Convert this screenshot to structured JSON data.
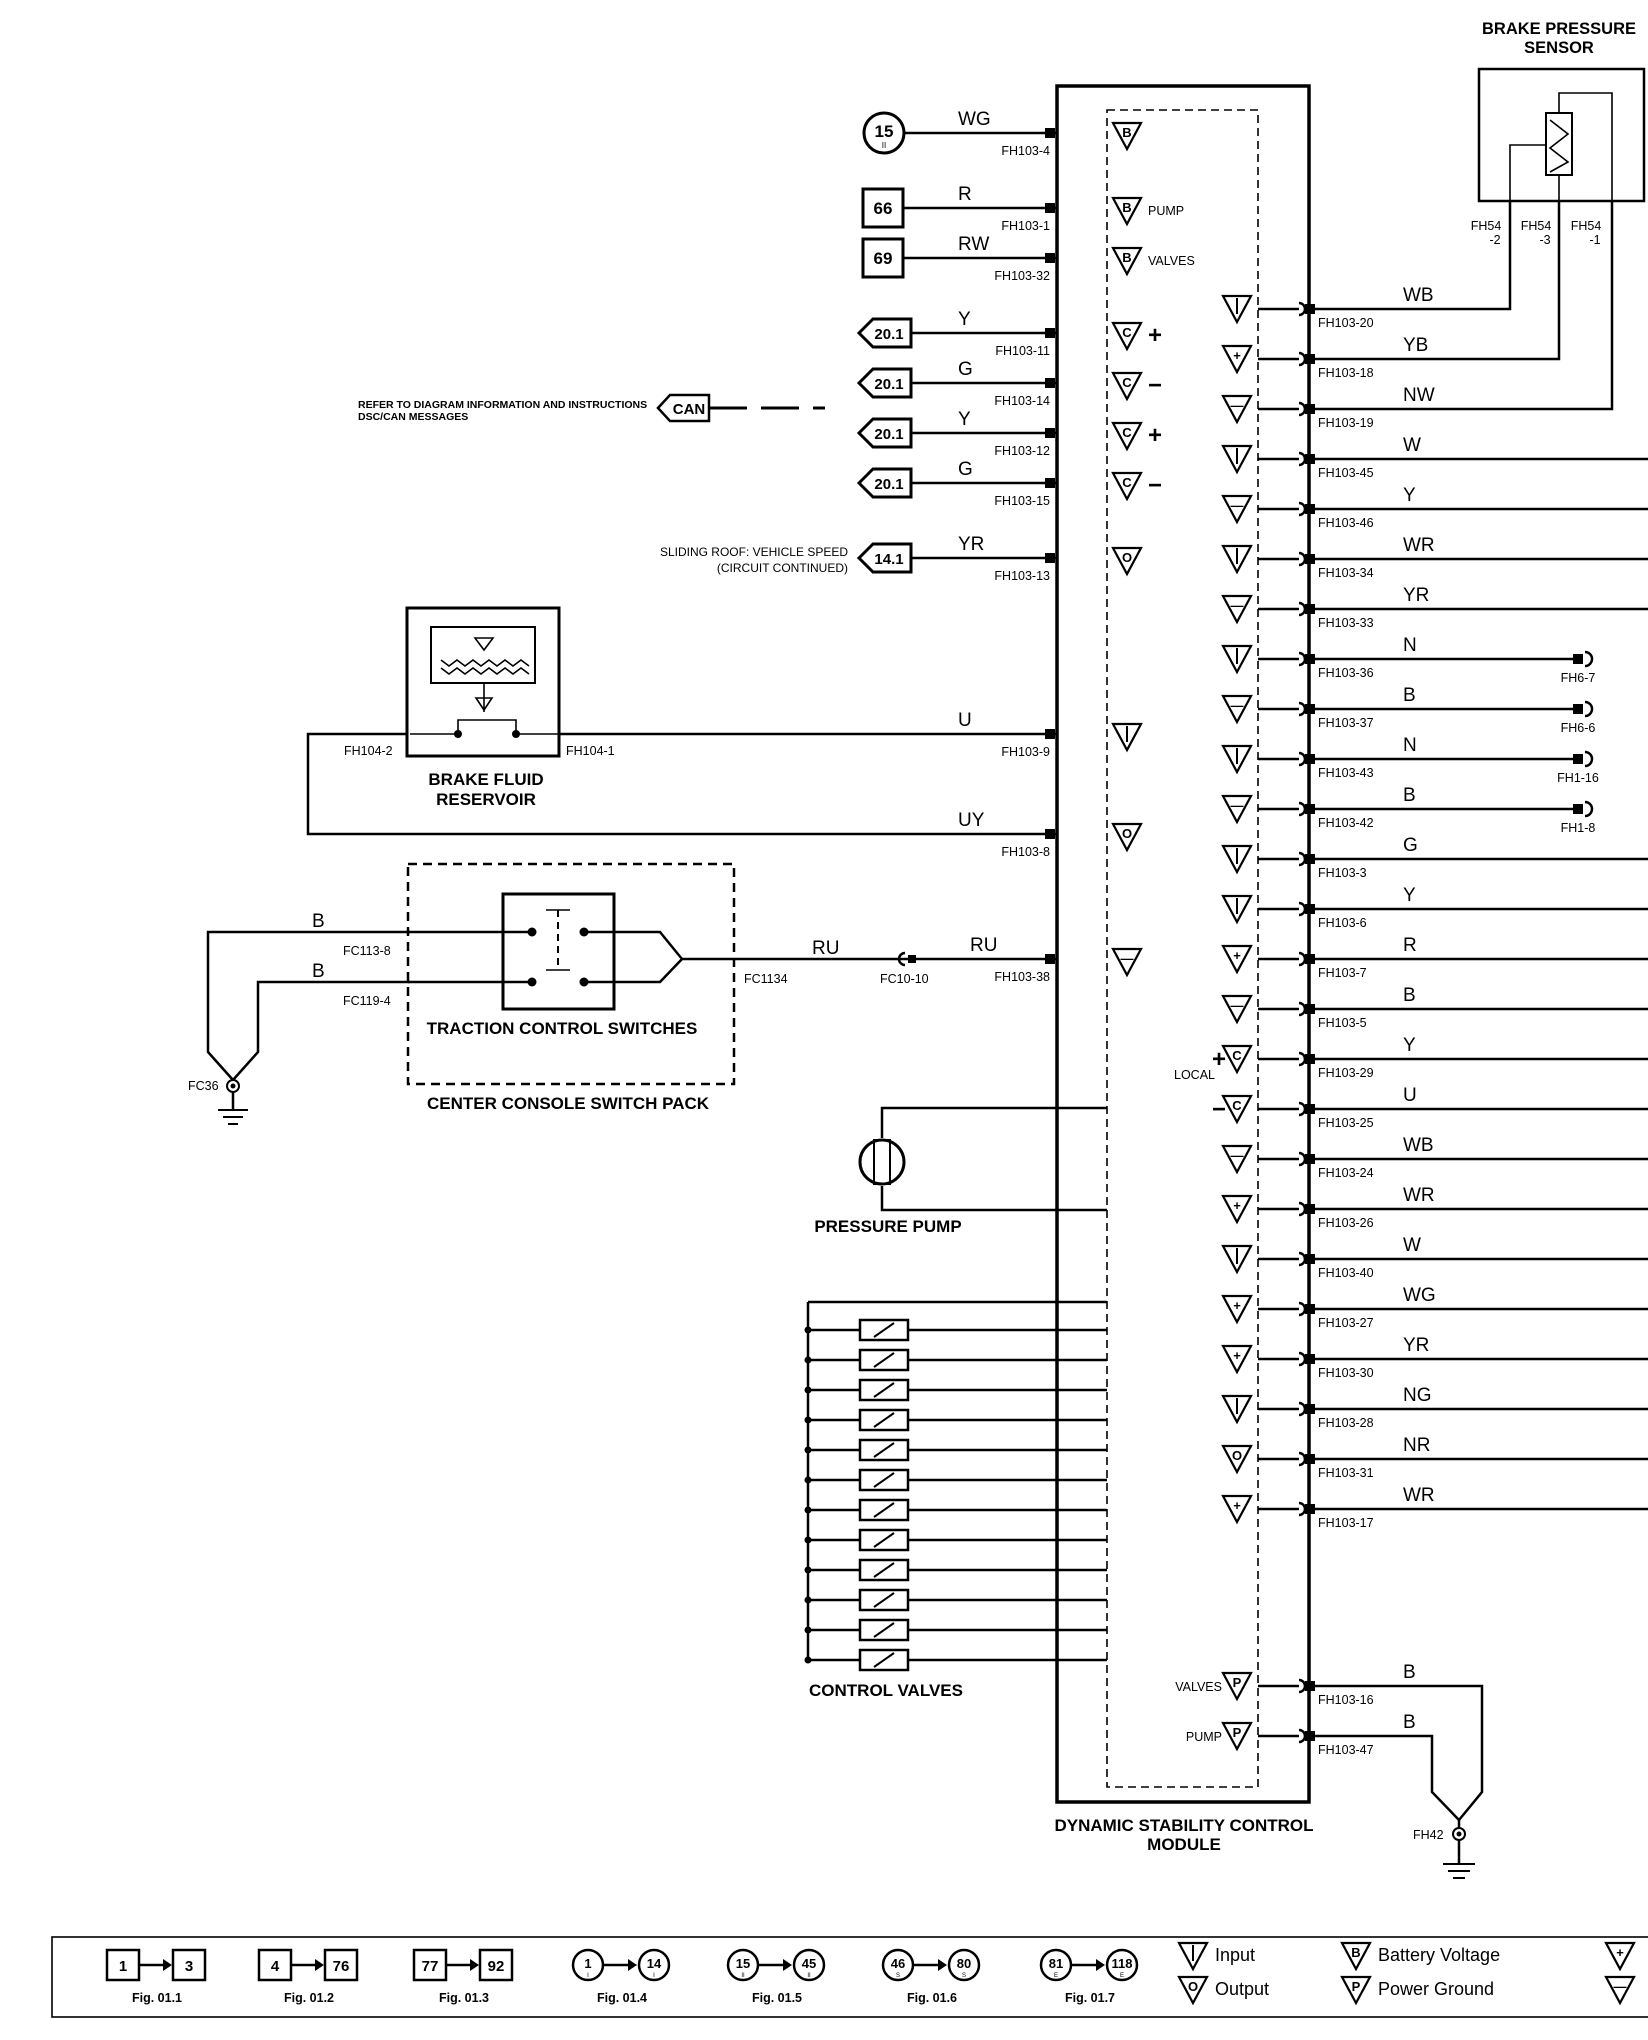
{
  "module": {
    "title_line1": "DYNAMIC STABILITY CONTROL",
    "title_line2": "MODULE"
  },
  "components": {
    "brake_sensor_line1": "BRAKE PRESSURE",
    "brake_sensor_line2": "SENSOR",
    "sensor_pins": [
      "FH54",
      "-2",
      "FH54",
      "-3",
      "FH54",
      "-1"
    ],
    "brake_fluid_line1": "BRAKE FLUID",
    "brake_fluid_line2": "RESERVOIR",
    "traction_switches": "TRACTION CONTROL SWITCHES",
    "switch_pack": "CENTER CONSOLE SWITCH PACK",
    "pressure_pump": "PRESSURE PUMP",
    "control_valves": "CONTROL VALVES"
  },
  "notes": {
    "can_line1": "REFER TO DIAGRAM INFORMATION AND INSTRUCTIONS",
    "can_line2": "DSC/CAN MESSAGES",
    "can_tag": "CAN",
    "speed_line1": "SLIDING ROOF: VEHICLE  SPEED",
    "speed_line2": "(CIRCUIT CONTINUED)"
  },
  "left_pins": [
    {
      "color": "WG",
      "pin": "FH103-4",
      "ref": "15",
      "ref_sub": "II",
      "ic": "B",
      "ic_label": ""
    },
    {
      "color": "R",
      "pin": "FH103-1",
      "ref": "66",
      "ic": "B",
      "ic_label": "PUMP"
    },
    {
      "color": "RW",
      "pin": "FH103-32",
      "ref": "69",
      "ic": "B",
      "ic_label": "VALVES"
    },
    {
      "color": "Y",
      "pin": "FH103-11",
      "ref": "20.1",
      "ic": "C",
      "ic_sign": "+"
    },
    {
      "color": "G",
      "pin": "FH103-14",
      "ref": "20.1",
      "ic": "C",
      "ic_sign": "−"
    },
    {
      "color": "Y",
      "pin": "FH103-12",
      "ref": "20.1",
      "ic": "C",
      "ic_sign": "+"
    },
    {
      "color": "G",
      "pin": "FH103-15",
      "ref": "20.1",
      "ic": "C",
      "ic_sign": "−"
    },
    {
      "color": "YR",
      "pin": "FH103-13",
      "ref": "14.1",
      "ic": "O"
    },
    {
      "color": "U",
      "pin": "FH103-9",
      "ic": "I"
    },
    {
      "color": "UY",
      "pin": "FH103-8",
      "ic": "O"
    },
    {
      "color": "RU",
      "pin": "FH103-38",
      "ic": "−"
    }
  ],
  "reservoir_pins": [
    "FH104-2",
    "FH104-1"
  ],
  "switch_circuit": {
    "wire1": "B",
    "pin1": "FC113-8",
    "wire2": "B",
    "pin2": "FC119-4",
    "ground": "FC36",
    "out_pin": "FC1134",
    "mid_color1": "RU",
    "mid_pin": "FC10-10"
  },
  "right_pins": [
    {
      "color": "WB",
      "pin": "FH103-20",
      "ic": "I"
    },
    {
      "color": "YB",
      "pin": "FH103-18",
      "ic": "+"
    },
    {
      "color": "NW",
      "pin": "FH103-19",
      "ic": "−"
    },
    {
      "color": "W",
      "pin": "FH103-45",
      "ic": "I"
    },
    {
      "color": "Y",
      "pin": "FH103-46",
      "ic": "−"
    },
    {
      "color": "WR",
      "pin": "FH103-34",
      "ic": "I"
    },
    {
      "color": "YR",
      "pin": "FH103-33",
      "ic": "−"
    },
    {
      "color": "N",
      "pin": "FH103-36",
      "ic": "I",
      "ext": "FH6-7"
    },
    {
      "color": "B",
      "pin": "FH103-37",
      "ic": "−",
      "ext": "FH6-6"
    },
    {
      "color": "N",
      "pin": "FH103-43",
      "ic": "I",
      "ext": "FH1-16"
    },
    {
      "color": "B",
      "pin": "FH103-42",
      "ic": "−",
      "ext": "FH1-8"
    },
    {
      "color": "G",
      "pin": "FH103-3",
      "ic": "I"
    },
    {
      "color": "Y",
      "pin": "FH103-6",
      "ic": "I"
    },
    {
      "color": "R",
      "pin": "FH103-7",
      "ic": "+"
    },
    {
      "color": "B",
      "pin": "FH103-5",
      "ic": "−"
    },
    {
      "color": "Y",
      "pin": "FH103-29",
      "ic": "C",
      "ic_sign": "+"
    },
    {
      "color": "U",
      "pin": "FH103-25",
      "ic": "C",
      "ic_sign": "−"
    },
    {
      "color": "WB",
      "pin": "FH103-24",
      "ic": "−"
    },
    {
      "color": "WR",
      "pin": "FH103-26",
      "ic": "+"
    },
    {
      "color": "W",
      "pin": "FH103-40",
      "ic": "I"
    },
    {
      "color": "WG",
      "pin": "FH103-27",
      "ic": "+"
    },
    {
      "color": "YR",
      "pin": "FH103-30",
      "ic": "+"
    },
    {
      "color": "NG",
      "pin": "FH103-28",
      "ic": "I"
    },
    {
      "color": "NR",
      "pin": "FH103-31",
      "ic": "O"
    },
    {
      "color": "WR",
      "pin": "FH103-17",
      "ic": "+"
    }
  ],
  "local_label": "LOCAL",
  "power_pins": [
    {
      "label": "VALVES",
      "color": "B",
      "pin": "FH103-16"
    },
    {
      "label": "PUMP",
      "color": "B",
      "pin": "FH103-47"
    }
  ],
  "module_ground": "FH42",
  "legend": {
    "figs": [
      {
        "from": "1",
        "to": "3",
        "style": "square",
        "caption": "Fig. 01.1"
      },
      {
        "from": "4",
        "to": "76",
        "style": "square",
        "caption": "Fig. 01.2"
      },
      {
        "from": "77",
        "to": "92",
        "style": "square",
        "caption": "Fig. 01.3"
      },
      {
        "from": "1",
        "to": "14",
        "style": "circle",
        "sub": "I",
        "caption": "Fig. 01.4"
      },
      {
        "from": "15",
        "to": "45",
        "style": "circle",
        "sub": "II",
        "caption": "Fig. 01.5"
      },
      {
        "from": "46",
        "to": "80",
        "style": "circle",
        "sub": "S",
        "caption": "Fig. 01.6"
      },
      {
        "from": "81",
        "to": "118",
        "style": "circle",
        "sub": "E",
        "caption": "Fig. 01.7"
      }
    ],
    "input": "Input",
    "output": "Output",
    "battery": "Battery Voltage",
    "power_ground": "Power Ground"
  }
}
